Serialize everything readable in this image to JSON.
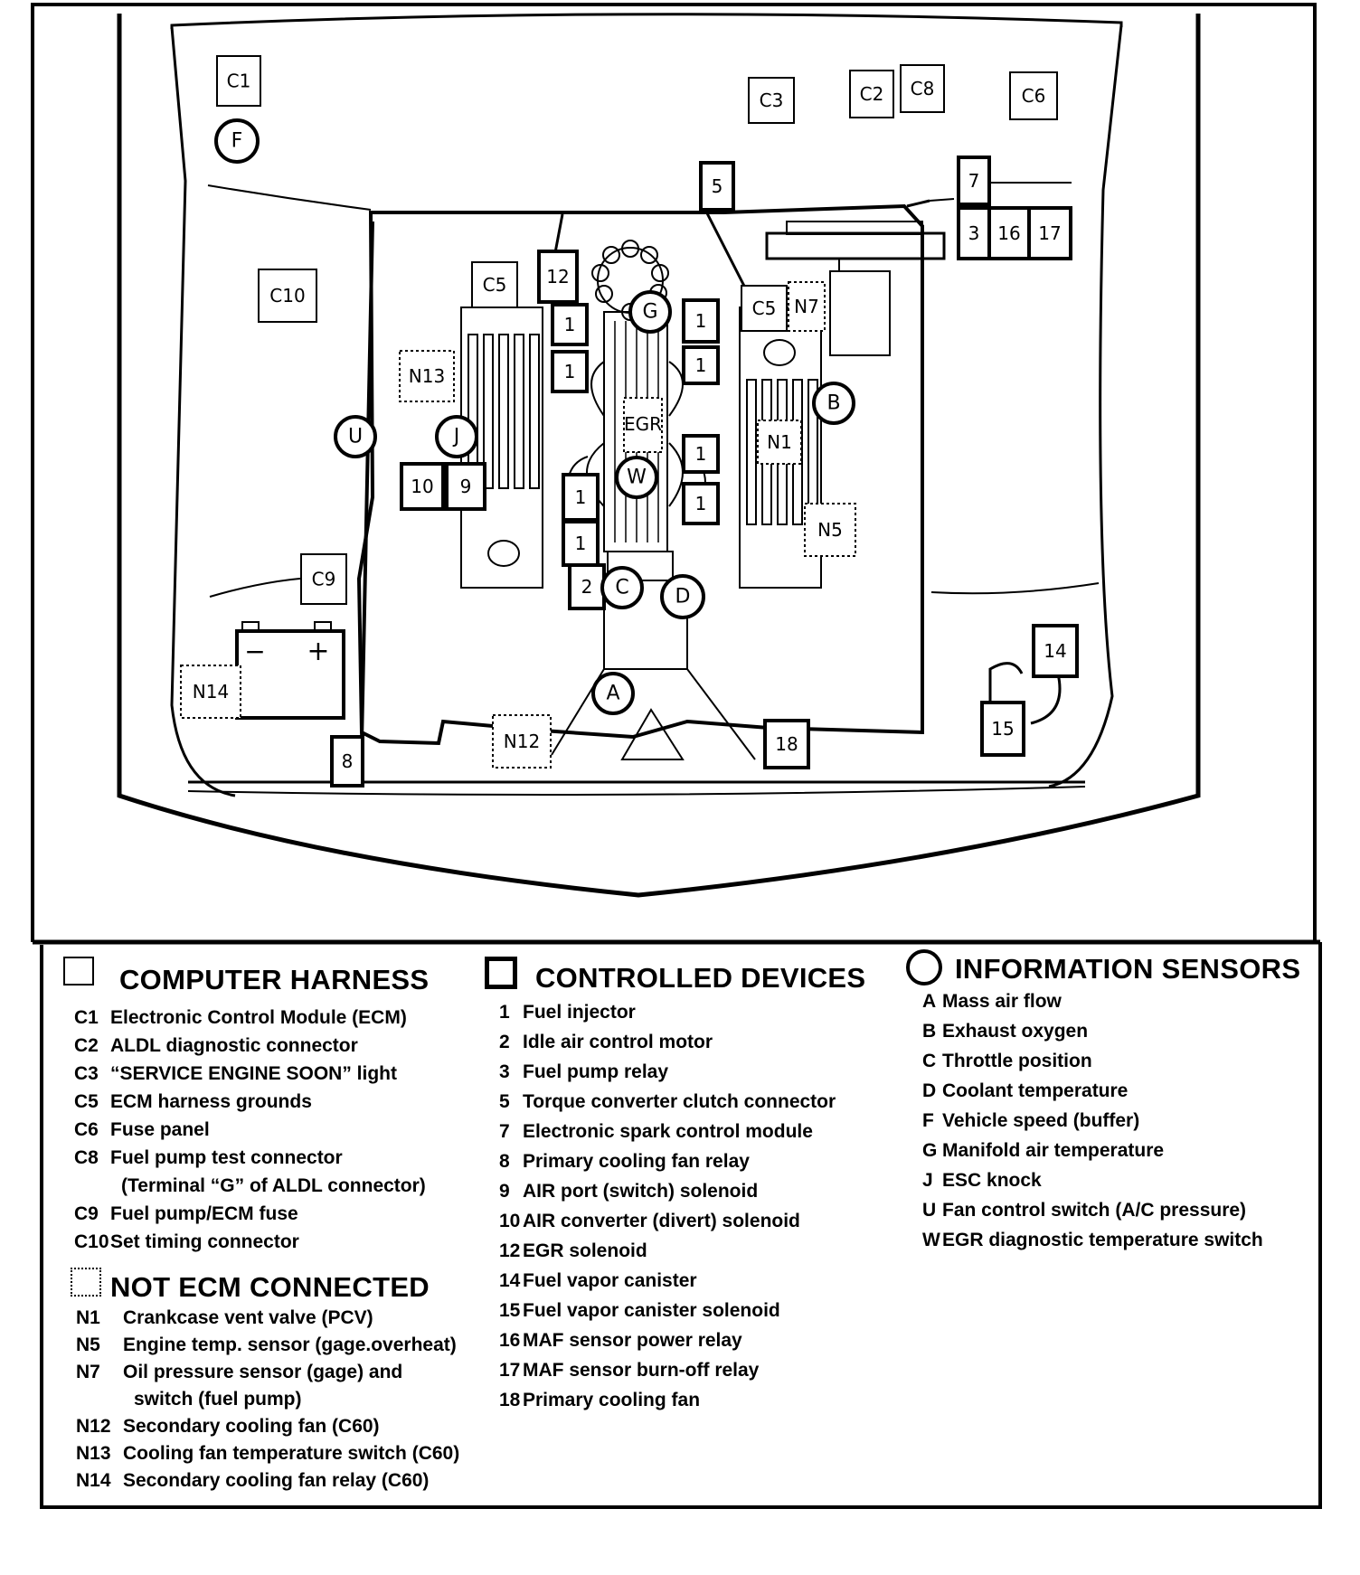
{
  "diagram_labels": {
    "computer_harness": [
      "C1",
      "C3",
      "C2",
      "C8",
      "C6",
      "C10",
      "C5",
      "C5",
      "C9"
    ],
    "controlled_devices": [
      "5",
      "7",
      "3",
      "16",
      "17",
      "12",
      "1",
      "1",
      "1",
      "1",
      "1",
      "1",
      "1",
      "1",
      "10",
      "9",
      "2",
      "14",
      "15",
      "8",
      "18"
    ],
    "sensors": [
      "F",
      "G",
      "B",
      "U",
      "J",
      "W",
      "C",
      "D",
      "A"
    ],
    "not_ecm": [
      "N7",
      "N13",
      "N1",
      "N5",
      "N14",
      "N12"
    ],
    "egr": "EGR",
    "battery_minus": "−",
    "battery_plus": "+"
  },
  "legend": {
    "computer_harness": {
      "title": "COMPUTER HARNESS",
      "items": [
        {
          "code": "C1",
          "text": "Electronic Control Module (ECM)"
        },
        {
          "code": "C2",
          "text": "ALDL diagnostic connector"
        },
        {
          "code": "C3",
          "text": "“SERVICE ENGINE SOON” light"
        },
        {
          "code": "C5",
          "text": "ECM harness grounds"
        },
        {
          "code": "C6",
          "text": "Fuse panel"
        },
        {
          "code": "C8",
          "text": "Fuel pump test connector"
        },
        {
          "code": "",
          "text": "(Terminal “G” of ALDL connector)"
        },
        {
          "code": "C9",
          "text": "Fuel pump/ECM fuse"
        },
        {
          "code": "C10",
          "text": "Set timing connector"
        }
      ]
    },
    "not_ecm_connected": {
      "title": "NOT ECM CONNECTED",
      "items": [
        {
          "code": "N1",
          "text": "Crankcase vent valve (PCV)"
        },
        {
          "code": "N5",
          "text": "Engine temp. sensor (gage.overheat)"
        },
        {
          "code": "N7",
          "text": "Oil pressure sensor (gage) and"
        },
        {
          "code": "",
          "text": "switch (fuel pump)"
        },
        {
          "code": "N12",
          "text": "Secondary cooling fan (C60)"
        },
        {
          "code": "N13",
          "text": "Cooling fan temperature switch (C60)"
        },
        {
          "code": "N14",
          "text": "Secondary cooling fan relay (C60)"
        }
      ]
    },
    "controlled_devices": {
      "title": "CONTROLLED DEVICES",
      "items": [
        {
          "code": "1",
          "text": "Fuel injector"
        },
        {
          "code": "2",
          "text": "Idle air control motor"
        },
        {
          "code": "3",
          "text": "Fuel pump relay"
        },
        {
          "code": "5",
          "text": "Torque converter clutch connector"
        },
        {
          "code": "7",
          "text": "Electronic spark control module"
        },
        {
          "code": "8",
          "text": "Primary cooling fan relay"
        },
        {
          "code": "9",
          "text": "AIR port (switch) solenoid"
        },
        {
          "code": "10",
          "text": "AIR converter (divert) solenoid"
        },
        {
          "code": "12",
          "text": "EGR solenoid"
        },
        {
          "code": "14",
          "text": "Fuel vapor canister"
        },
        {
          "code": "15",
          "text": "Fuel vapor canister solenoid"
        },
        {
          "code": "16",
          "text": "MAF sensor power relay"
        },
        {
          "code": "17",
          "text": "MAF sensor burn-off relay"
        },
        {
          "code": "18",
          "text": "Primary cooling fan"
        }
      ]
    },
    "information_sensors": {
      "title": "INFORMATION SENSORS",
      "items": [
        {
          "code": "A",
          "text": "Mass air flow"
        },
        {
          "code": "B",
          "text": "Exhaust oxygen"
        },
        {
          "code": "C",
          "text": "Throttle position"
        },
        {
          "code": "D",
          "text": "Coolant temperature"
        },
        {
          "code": "F",
          "text": "Vehicle speed (buffer)"
        },
        {
          "code": "G",
          "text": "Manifold air temperature"
        },
        {
          "code": "J",
          "text": "ESC knock"
        },
        {
          "code": "U",
          "text": "Fan control switch (A/C pressure)"
        },
        {
          "code": "W",
          "text": "EGR diagnostic temperature switch"
        }
      ]
    }
  }
}
